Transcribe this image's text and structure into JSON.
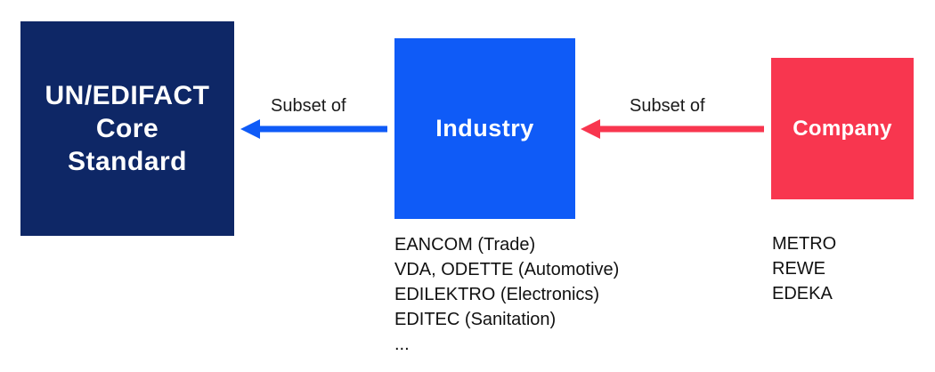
{
  "boxes": {
    "core": {
      "lines": [
        "UN/EDIFACT",
        "Core",
        "Standard"
      ],
      "color": "#0e2766"
    },
    "industry": {
      "label": "Industry",
      "color": "#0f5bf7"
    },
    "company": {
      "label": "Company",
      "color": "#f8364f"
    }
  },
  "arrows": {
    "industry_to_core": {
      "label": "Subset of",
      "color": "#0f5bf7"
    },
    "company_to_industry": {
      "label": "Subset of",
      "color": "#f8364f"
    }
  },
  "industry_examples": [
    {
      "name": "EANCOM",
      "sector": "(Trade)"
    },
    {
      "name": "VDA, ODETTE",
      "sector": "(Automotive)"
    },
    {
      "name": "EDILEKTRO",
      "sector": "(Electronics)"
    },
    {
      "name": "EDITEC",
      "sector": "(Sanitation)"
    },
    {
      "name": "...",
      "sector": ""
    }
  ],
  "company_examples": [
    "METRO",
    "REWE",
    "EDEKA"
  ]
}
